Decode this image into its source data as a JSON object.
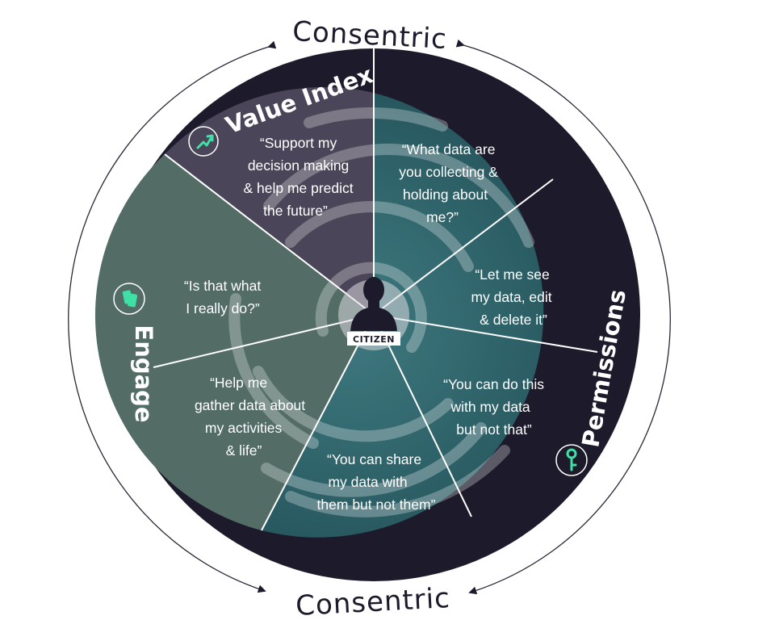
{
  "brand": {
    "top": "Consentric",
    "bottom": "Consentric"
  },
  "ring": {
    "value_index": "Value Index",
    "engage": "Engage",
    "permissions": "Permissions"
  },
  "center": {
    "label": "CITIZEN"
  },
  "icons": {
    "value_index": "trend-arrow-icon",
    "engage": "phone-cards-icon",
    "permissions": "key-icon",
    "center": "person-silhouette-icon"
  },
  "quotes": {
    "support": [
      "“Support my",
      "decision making",
      "& help me predict",
      "the future”"
    ],
    "what_data": [
      "“What data are",
      "you collecting &",
      "holding about",
      "me?”"
    ],
    "let_me_see": [
      "“Let me see",
      "my data, edit",
      "& delete it”"
    ],
    "is_that": [
      "“Is that what",
      "I really do?”"
    ],
    "you_can_do": [
      "“You can do this",
      "with my data",
      "but not that”"
    ],
    "help_me": [
      "“Help me",
      "gather data about",
      "my activities",
      "& life”"
    ],
    "you_can_share": [
      "“You can share",
      "my data with",
      "them but not them”"
    ]
  },
  "colors": {
    "ring": "#1d1b2b",
    "value_index_segment": "#4a4558",
    "engage_segment": "#536c66",
    "permissions_segment": "#2b5d64",
    "accent": "#3fe0a6",
    "arc": "#5a5766"
  }
}
